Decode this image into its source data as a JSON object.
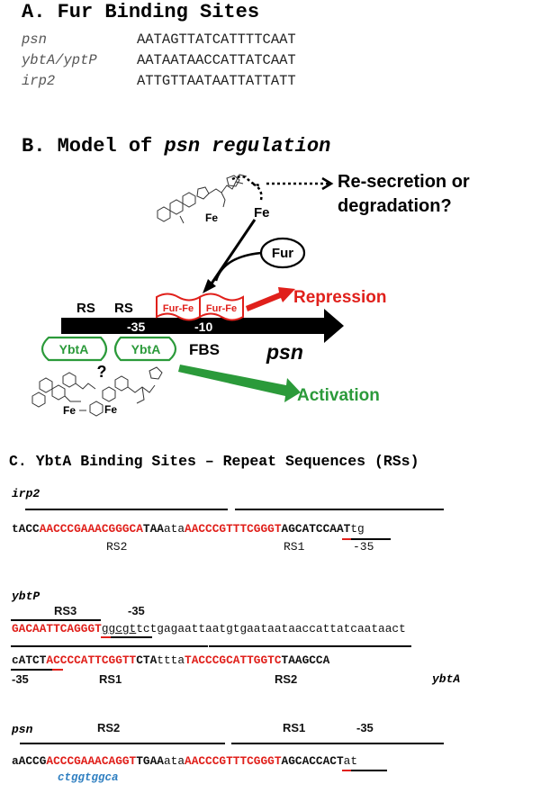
{
  "sectionA": {
    "title": "A. Fur Binding Sites",
    "rows": [
      {
        "name": "psn",
        "seq": "AATAGTTATCATTTTCAAT"
      },
      {
        "name": "ybtA/yptP",
        "seq": "AATAATAACCATTATCAAT"
      },
      {
        "name": "irp2",
        "seq": "ATTGTTAATAATTATTATT"
      }
    ]
  },
  "sectionB": {
    "title_prefix": "B. Model of ",
    "title_italic": "psn regulation",
    "resecretion": "Re-secretion or",
    "degradation": "degradation?",
    "fe_top": "Fe",
    "fe_siderophore": "Fe",
    "fur": "Fur",
    "repression": "Repression",
    "rs1": "RS",
    "rs2": "RS",
    "minus35": "-35",
    "minus10": "-10",
    "fur_fe_1": "Fur-Fe",
    "fur_fe_2": "Fur-Fe",
    "ybta_1": "YbtA",
    "ybta_2": "YbtA",
    "fbs": "FBS",
    "gene": "psn",
    "question": "?",
    "fe_left": "Fe",
    "fe_right": "Fe",
    "activation": "Activation",
    "colors": {
      "red": "#e0201b",
      "green": "#2b9a3a",
      "black": "#000000"
    }
  },
  "sectionC": {
    "title": "C. YbtA Binding Sites – Repeat Sequences (RSs)",
    "irp2": {
      "name": "irp2",
      "seq": [
        {
          "t": "tACC",
          "c": "b"
        },
        {
          "t": "AACCCGAAACGGGCA",
          "c": "r"
        },
        {
          "t": "TAA",
          "c": "b"
        },
        {
          "t": "ata",
          "c": ""
        },
        {
          "t": "AACCCGTTTCGGGT",
          "c": "r"
        },
        {
          "t": "AGCATCCAAT",
          "c": "b"
        },
        {
          "t": "tg",
          "c": ""
        }
      ],
      "rs2": "RS2",
      "rs1": "RS1",
      "m35": "-35"
    },
    "ybtP": {
      "name": "ybtP",
      "rs3": "RS3",
      "m35_top": "-35",
      "line1": [
        {
          "t": "GACAATTCAGGGT",
          "c": "r"
        },
        {
          "t": "ggcgt",
          "c": ""
        },
        {
          "t": "tctgagaattaatgtgaataataaccattatcaataact",
          "c": ""
        }
      ],
      "line2": [
        {
          "t": "cATCT",
          "c": "b"
        },
        {
          "t": "ACCCCATTCGGTT",
          "c": "r"
        },
        {
          "t": "CTA",
          "c": "b"
        },
        {
          "t": "ttta",
          "c": ""
        },
        {
          "t": "TACCCGCATTGGTC",
          "c": "r"
        },
        {
          "t": "TAAGCCA",
          "c": "b"
        }
      ],
      "m35": "-35",
      "rs1": "RS1",
      "rs2": "RS2",
      "ybta": "ybtA"
    },
    "psn": {
      "name": "psn",
      "rs2": "RS2",
      "rs1": "RS1",
      "m35": "-35",
      "seq": [
        {
          "t": "aACCG",
          "c": "b"
        },
        {
          "t": "ACCCGAAACAGGT",
          "c": "r"
        },
        {
          "t": "TGAA",
          "c": "b"
        },
        {
          "t": "ata",
          "c": ""
        },
        {
          "t": "AACCCGTTTCGGGT",
          "c": "r"
        },
        {
          "t": "AGCACCACT",
          "c": "b"
        },
        {
          "t": "at",
          "c": ""
        }
      ],
      "below": "ctggtggca",
      "below_color": "#2f7fc1"
    }
  }
}
